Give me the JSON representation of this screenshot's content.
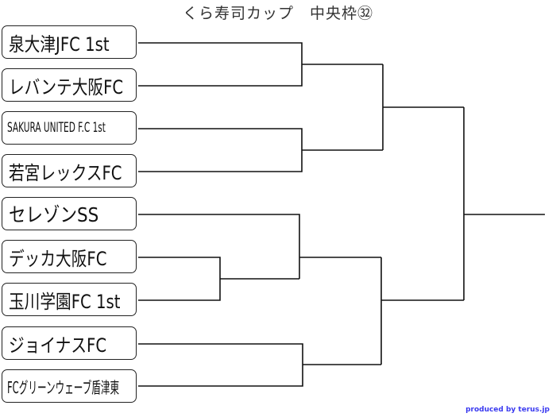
{
  "title": "くら寿司カップ　中央枠㉜",
  "teams": [
    "泉大津JFC 1st",
    "レバンテ大阪FC",
    "SAKURA UNITED F.C 1st",
    "若宮レックスFC",
    "セレゾンSS",
    "デッカ大阪FC",
    "玉川学園FC 1st",
    "ジョイナスFC",
    "FCグリーンウェーブ盾津東"
  ],
  "credit": "produced by terus.jp"
}
